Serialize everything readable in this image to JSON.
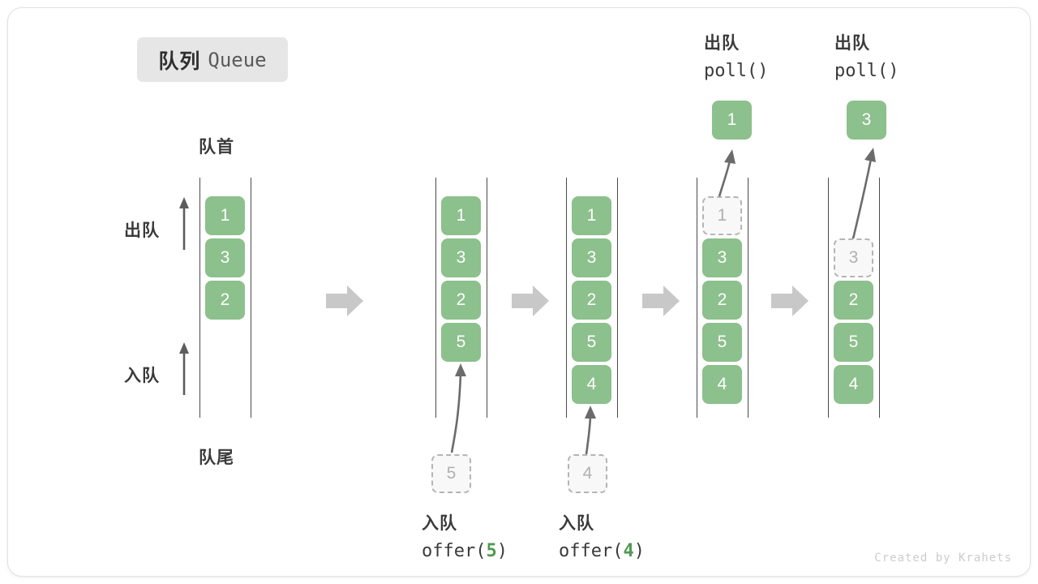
{
  "title": {
    "cn": "队列",
    "en": "Queue"
  },
  "axis_labels": {
    "front": "队首",
    "rear": "队尾"
  },
  "side_labels": {
    "dequeue": "出队",
    "enqueue": "入队"
  },
  "watermark": "Created by Krahets",
  "colors": {
    "element_fill": "#8cc08c",
    "element_text": "#ffffff",
    "ghost_fill": "#f8f8f8",
    "ghost_border": "#b4b4b4",
    "ghost_text": "#b0b0b0",
    "rail": "#4a4a4a",
    "arrow": "#c8c8c8",
    "curve_arrow": "#6b6b6b",
    "label_text": "#3a3a3a",
    "badge_bg": "#e6e6e6",
    "code_arg": "#4f9a52"
  },
  "icons": {
    "step_arrow": "right-block-arrow-icon",
    "direction_arrow": "up-arrow-icon",
    "move_arrow": "curved-arrow-icon"
  },
  "steps": [
    {
      "id": "initial",
      "cells": [
        "1",
        "3",
        "2"
      ],
      "top_label": null,
      "bottom_label": null,
      "ghost_top": null,
      "ghost_bottom": null,
      "pop_value": null
    },
    {
      "id": "offer-5",
      "cells": [
        "1",
        "3",
        "2",
        "5"
      ],
      "top_label": null,
      "bottom_label": {
        "cn": "入队",
        "fn": "offer(",
        "arg": "5",
        "fn_end": ")"
      },
      "ghost_bottom": "5",
      "ghost_top": null,
      "pop_value": null
    },
    {
      "id": "offer-4",
      "cells": [
        "1",
        "3",
        "2",
        "5",
        "4"
      ],
      "top_label": null,
      "bottom_label": {
        "cn": "入队",
        "fn": "offer(",
        "arg": "4",
        "fn_end": ")"
      },
      "ghost_bottom": "4",
      "ghost_top": null,
      "pop_value": null
    },
    {
      "id": "poll-1",
      "cells": [
        "3",
        "2",
        "5",
        "4"
      ],
      "top_label": {
        "cn": "出队",
        "fn": "poll()"
      },
      "bottom_label": null,
      "ghost_top": "1",
      "ghost_slot": 0,
      "ghost_bottom": null,
      "pop_value": "1"
    },
    {
      "id": "poll-3",
      "cells": [
        "2",
        "5",
        "4"
      ],
      "top_label": {
        "cn": "出队",
        "fn": "poll()"
      },
      "bottom_label": null,
      "ghost_top": "3",
      "ghost_slot": 1,
      "ghost_bottom": null,
      "pop_value": "3"
    }
  ]
}
